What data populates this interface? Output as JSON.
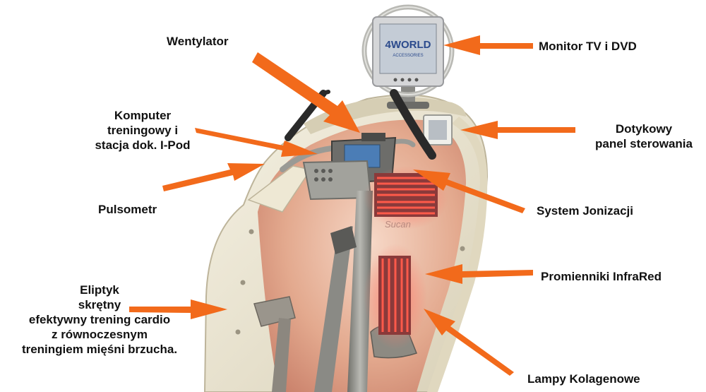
{
  "labels": {
    "wentylator": "Wentylator",
    "monitor": "Monitor TV i DVD",
    "komputer": [
      "Komputer",
      "treningowy i",
      "stacja dok. I-Pod"
    ],
    "dotykowy": [
      "Dotykowy",
      "panel sterowania"
    ],
    "pulsometr": "Pulsometr",
    "jonizacja": "System Jonizacji",
    "infrared": "Promienniki InfraRed",
    "eliptyk": [
      "Eliptyk",
      "skrętny",
      "efektywny trening cardio",
      "z równoczesnym",
      "treningiem mięśni brzucha."
    ],
    "kolagenowe": "Lampy Kolagenowe"
  },
  "monitor_logo": {
    "brand": "4WORLD",
    "sub": "ACCESSORIES"
  },
  "machine_mark": "Sucan",
  "colors": {
    "arrow": "#f26a1b",
    "shell": "#ece6d2",
    "shell_shadow": "#cfc6aa",
    "interior": "#e8b7a0",
    "lamp": "#d8383a",
    "frame": "#8d8d88",
    "handle": "#2b2b2b"
  }
}
